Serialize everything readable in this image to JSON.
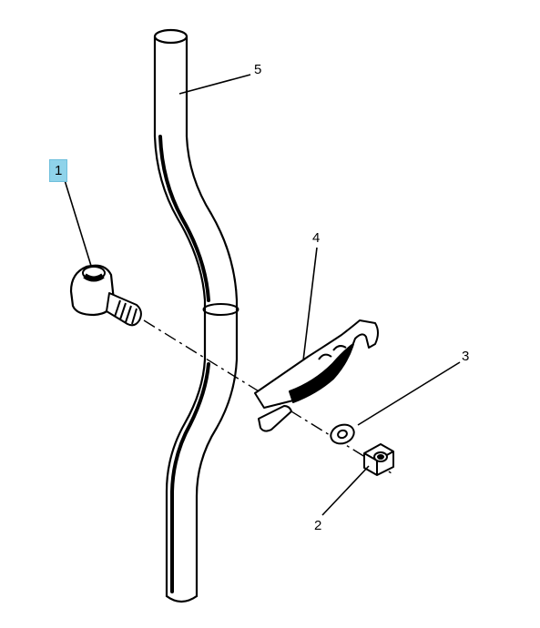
{
  "diagram": {
    "callouts": [
      {
        "id": "1",
        "label": "1",
        "highlighted": true
      },
      {
        "id": "2",
        "label": "2",
        "highlighted": false
      },
      {
        "id": "3",
        "label": "3",
        "highlighted": false
      },
      {
        "id": "4",
        "label": "4",
        "highlighted": false
      },
      {
        "id": "5",
        "label": "5",
        "highlighted": false
      }
    ],
    "highlight_color": "#8fd3ea",
    "line_color": "#000000",
    "background_color": "#ffffff"
  }
}
